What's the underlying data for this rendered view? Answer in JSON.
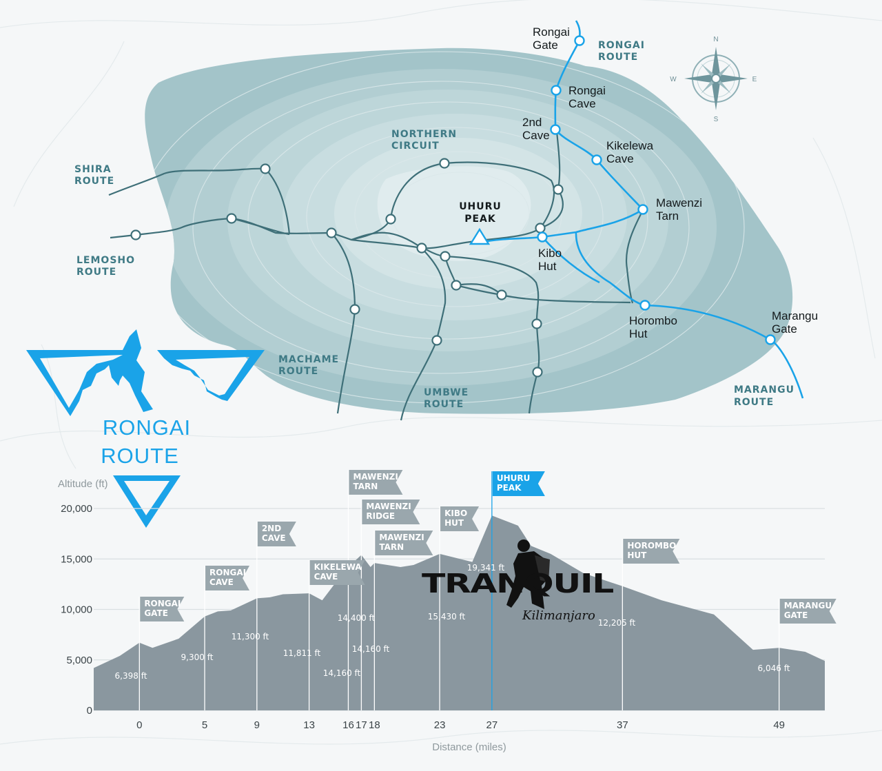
{
  "map": {
    "routes": [
      {
        "id": "shira",
        "lines": [
          "SHIRA",
          "ROUTE"
        ]
      },
      {
        "id": "lemosho",
        "lines": [
          "LEMOSHO",
          "ROUTE"
        ]
      },
      {
        "id": "northern",
        "lines": [
          "NORTHERN",
          "CIRCUIT"
        ]
      },
      {
        "id": "machame",
        "lines": [
          "MACHAME",
          "ROUTE"
        ]
      },
      {
        "id": "umbwe",
        "lines": [
          "UMBWE",
          "ROUTE"
        ]
      },
      {
        "id": "rongai",
        "lines": [
          "RONGAI",
          "ROUTE"
        ]
      },
      {
        "id": "marangu",
        "lines": [
          "MARANGU",
          "ROUTE"
        ]
      }
    ],
    "peak": {
      "lines": [
        "UHURU",
        "PEAK"
      ]
    },
    "camps": [
      {
        "id": "rongai-gate",
        "lines": [
          "Rongai",
          "Gate"
        ]
      },
      {
        "id": "rongai-cave",
        "lines": [
          "Rongai",
          "Cave"
        ]
      },
      {
        "id": "second-cave",
        "lines": [
          "2nd",
          "Cave"
        ]
      },
      {
        "id": "kikelewa-cave",
        "lines": [
          "Kikelewa",
          "Cave"
        ]
      },
      {
        "id": "mawenzi-tarn",
        "lines": [
          "Mawenzi",
          "Tarn"
        ]
      },
      {
        "id": "kibo-hut",
        "lines": [
          "Kibo",
          "Hut"
        ]
      },
      {
        "id": "horombo-hut",
        "lines": [
          "Horombo",
          "Hut"
        ]
      },
      {
        "id": "marangu-gate",
        "lines": [
          "Marangu",
          "Gate"
        ]
      }
    ],
    "compass": {
      "n": "N",
      "s": "S",
      "e": "E",
      "w": "W"
    },
    "colors": {
      "highlight": "#1aa3e8",
      "route": "#3e6f78",
      "terrain": "#a3c4c9"
    }
  },
  "title": {
    "lines": [
      "RONGAI",
      "ROUTE"
    ]
  },
  "logo": {
    "main": "TRANQUIL",
    "sub": "Kilimanjaro"
  },
  "chart_data": {
    "type": "area",
    "title": "",
    "xlabel": "Distance (miles)",
    "ylabel": "Altitude (ft)",
    "xlim": [
      -3.5,
      52.5
    ],
    "ylim": [
      0,
      20000
    ],
    "xticks": [
      0,
      5,
      9,
      13,
      16,
      17,
      18,
      23,
      27,
      37,
      49
    ],
    "yticks": [
      0,
      5000,
      10000,
      15000,
      20000
    ],
    "ytick_labels": [
      "0",
      "5,000",
      "10,000",
      "15,000",
      "20,000"
    ],
    "grid": true,
    "profile": [
      {
        "x": -3.5,
        "y": 4200
      },
      {
        "x": -1.5,
        "y": 5400
      },
      {
        "x": 0,
        "y": 6700
      },
      {
        "x": 1,
        "y": 6200
      },
      {
        "x": 3,
        "y": 7100
      },
      {
        "x": 5,
        "y": 9300
      },
      {
        "x": 6,
        "y": 9800
      },
      {
        "x": 7,
        "y": 9900
      },
      {
        "x": 9,
        "y": 11100
      },
      {
        "x": 10,
        "y": 11200
      },
      {
        "x": 11,
        "y": 11500
      },
      {
        "x": 13,
        "y": 11600
      },
      {
        "x": 14,
        "y": 10900
      },
      {
        "x": 15,
        "y": 12600
      },
      {
        "x": 16,
        "y": 14200
      },
      {
        "x": 17,
        "y": 15400
      },
      {
        "x": 17.7,
        "y": 14200
      },
      {
        "x": 18,
        "y": 14600
      },
      {
        "x": 19,
        "y": 14400
      },
      {
        "x": 20,
        "y": 14200
      },
      {
        "x": 21,
        "y": 14400
      },
      {
        "x": 23,
        "y": 15500
      },
      {
        "x": 25.5,
        "y": 14700
      },
      {
        "x": 27,
        "y": 19300
      },
      {
        "x": 29,
        "y": 18300
      },
      {
        "x": 30,
        "y": 16300
      },
      {
        "x": 31.5,
        "y": 15500
      },
      {
        "x": 34,
        "y": 13600
      },
      {
        "x": 37,
        "y": 12300
      },
      {
        "x": 40,
        "y": 10900
      },
      {
        "x": 44,
        "y": 9500
      },
      {
        "x": 47,
        "y": 6000
      },
      {
        "x": 49,
        "y": 6200
      },
      {
        "x": 51,
        "y": 5800
      },
      {
        "x": 52.5,
        "y": 4900
      }
    ],
    "waypoints": [
      {
        "x": 0,
        "y": 6700,
        "lines": [
          "RONGAI",
          "GATE"
        ],
        "altitude": "6,398 ft",
        "highlight": false
      },
      {
        "x": 5,
        "y": 9300,
        "lines": [
          "RONGAI",
          "CAVE"
        ],
        "altitude": "9,300 ft",
        "highlight": false
      },
      {
        "x": 9,
        "y": 11100,
        "lines": [
          "2ND",
          "CAVE"
        ],
        "altitude": "11,300 ft",
        "highlight": false
      },
      {
        "x": 13,
        "y": 11600,
        "lines": [
          "KIKELEWA",
          "CAVE"
        ],
        "altitude": "11,811 ft",
        "highlight": false
      },
      {
        "x": 16,
        "y": 14200,
        "lines": [
          "MAWENZI",
          "TARN"
        ],
        "altitude": "14,160 ft",
        "highlight": false
      },
      {
        "x": 17,
        "y": 15400,
        "lines": [
          "MAWENZI",
          "RIDGE"
        ],
        "altitude": "14,400 ft",
        "highlight": false
      },
      {
        "x": 18,
        "y": 14600,
        "lines": [
          "MAWENZI",
          "TARN"
        ],
        "altitude": "14,160 ft",
        "highlight": false
      },
      {
        "x": 23,
        "y": 15500,
        "lines": [
          "KIBO",
          "HUT"
        ],
        "altitude": "15,430 ft",
        "highlight": false
      },
      {
        "x": 27,
        "y": 19300,
        "lines": [
          "UHURU",
          "PEAK"
        ],
        "altitude": "19,341 ft",
        "highlight": true
      },
      {
        "x": 37,
        "y": 12300,
        "lines": [
          "HOROMBO",
          "HUT"
        ],
        "altitude": "12,205 ft",
        "highlight": false
      },
      {
        "x": 49,
        "y": 6200,
        "lines": [
          "MARANGU",
          "GATE"
        ],
        "altitude": "6,046 ft",
        "highlight": false
      }
    ],
    "colors": {
      "fill": "#8a979f",
      "flag": "#9aa7ad",
      "highlight": "#1aa3e8",
      "grid": "#d9dfe2"
    }
  }
}
